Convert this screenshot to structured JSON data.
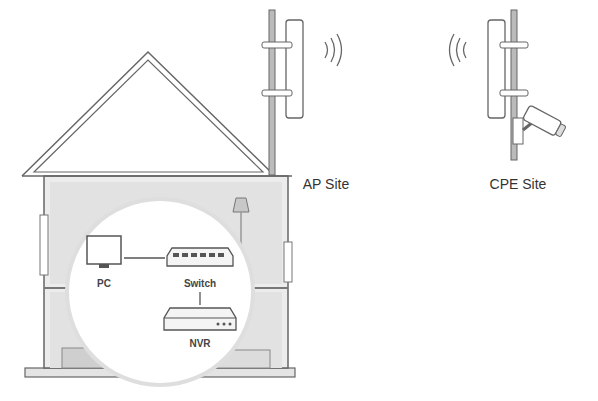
{
  "diagram": {
    "nodes": [
      {
        "text": [
          "AP Site"
        ]
      },
      {
        "text": [
          "CPE Site"
        ]
      },
      {
        "text": [
          "PC"
        ]
      },
      {
        "text": [
          "Switch"
        ]
      },
      {
        "text": [
          "NVR"
        ]
      }
    ],
    "edges": [
      {
        "from": 2,
        "to": 3,
        "arrow": "none"
      },
      {
        "from": 3,
        "to": 4,
        "arrow": "none"
      }
    ]
  }
}
